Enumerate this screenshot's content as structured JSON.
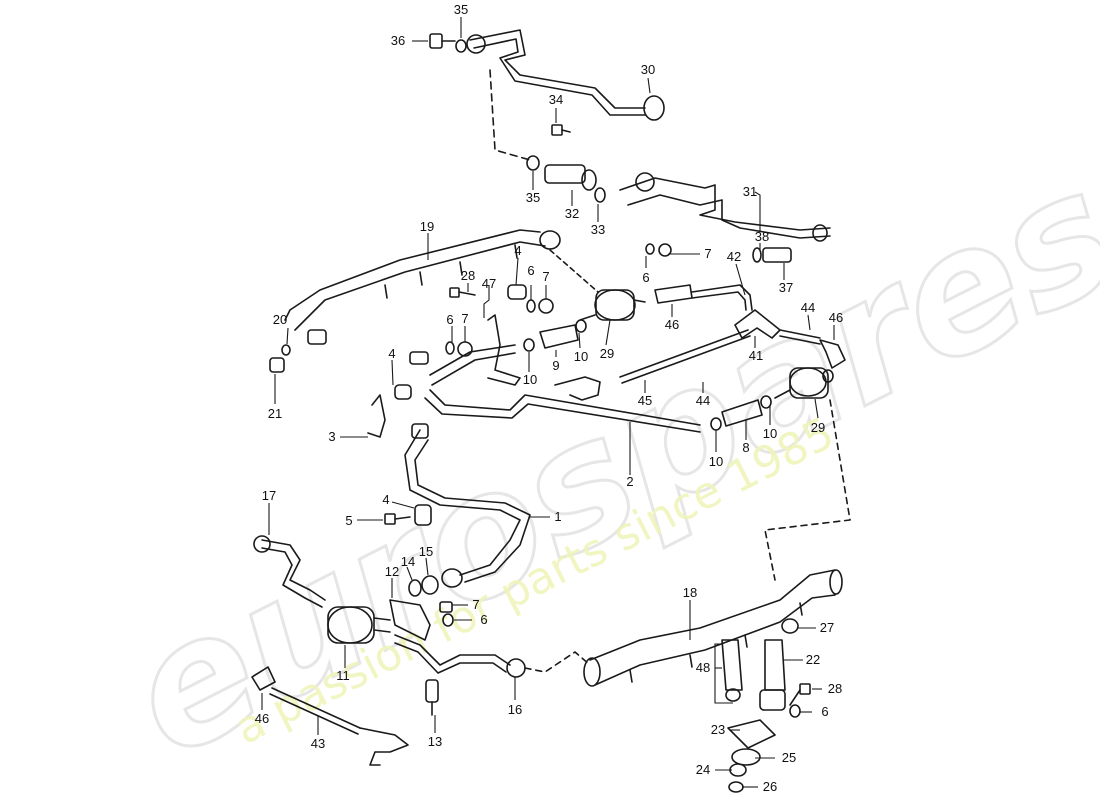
{
  "watermark": {
    "brand": "eurospares",
    "tagline": "a passion for parts since 1985",
    "brand_color": "#e9e9e9",
    "tagline_color": "#eef3b6"
  },
  "callouts": {
    "c30": "30",
    "c35a": "35",
    "c36": "36",
    "c34": "34",
    "c35b": "35",
    "c32": "32",
    "c33": "33",
    "c31": "31",
    "c38": "38",
    "c7a": "7",
    "c6a": "6",
    "c42": "42",
    "c37": "37",
    "c19": "19",
    "c28a": "28",
    "c47": "47",
    "c4a": "4",
    "c6b": "6",
    "c7b": "7",
    "c46a": "46",
    "c44a": "44",
    "c46b": "46",
    "c20": "20",
    "c6c": "6",
    "c7c": "7",
    "c9": "9",
    "c10a": "10",
    "c29a": "29",
    "c41": "41",
    "c4b": "4",
    "c10b": "10",
    "c45": "45",
    "c44b": "44",
    "c21": "21",
    "c3": "3",
    "c10c": "10",
    "c8": "8",
    "c10d": "10",
    "c29b": "29",
    "c2": "2",
    "c17": "17",
    "c4c": "4",
    "c1": "1",
    "c5": "5",
    "c14": "14",
    "c15": "15",
    "c12": "12",
    "c7d": "7",
    "c6d": "6",
    "c18": "18",
    "c27": "27",
    "c11": "11",
    "c48": "48",
    "c22": "22",
    "c28b": "28",
    "c6e": "6",
    "c46c": "46",
    "c16": "16",
    "c23": "23",
    "c13": "13",
    "c43": "43",
    "c25": "25",
    "c24": "24",
    "c26": "26"
  }
}
